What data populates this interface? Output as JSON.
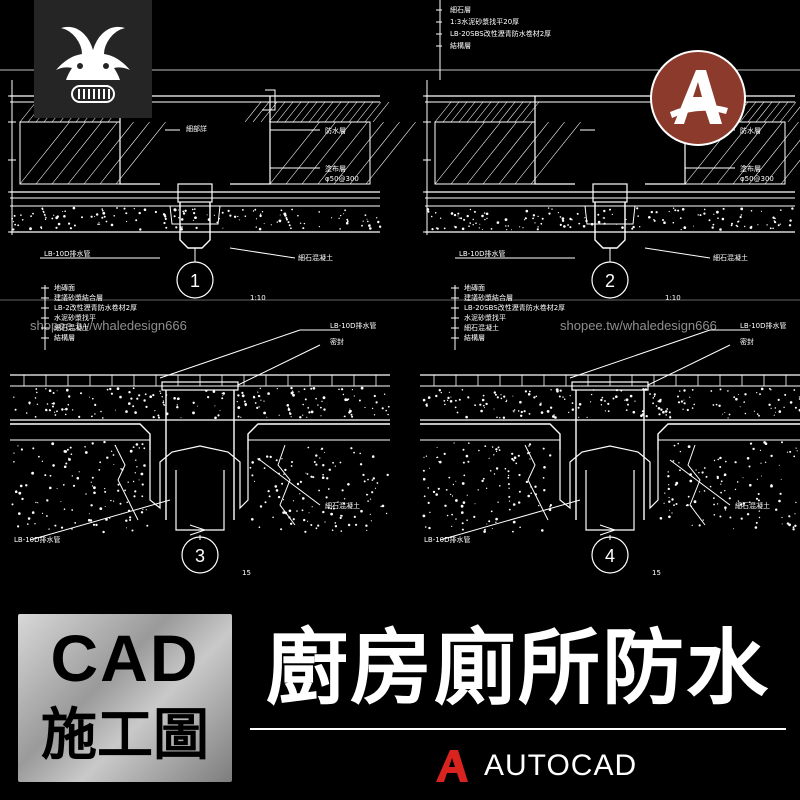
{
  "watermark": {
    "text_left": "shopee.tw/whaledesign666",
    "text_right": "shopee.tw/whaledesign666"
  },
  "drawings": {
    "detail_numbers": [
      "1",
      "2",
      "3",
      "4"
    ],
    "scale_labels": [
      "1:10",
      "1:10",
      "15",
      "15"
    ],
    "labels": {
      "d1_top_right": "細部詳",
      "d1_right_mid": "防水層",
      "d1_right_low1": "塗布層",
      "d1_right_low2": "φ50@300",
      "d1_bottom_left": "LB-10D排水管",
      "d1_bottom_right": "細石混凝土",
      "d2_top": [
        "細石層",
        "1:3水泥砂漿找平20厚",
        "LB-20SBS改性瀝青防水卷材2厚",
        "結構層"
      ],
      "d2_right_mid": "防水層",
      "d2_right_low1": "塗布層",
      "d2_right_low2": "φ50@300",
      "d2_bottom_left": "LB-10D排水管",
      "d2_bottom_right": "細石混凝土",
      "d3_left": [
        "地磚面",
        "建議砂漿結合層",
        "LB-2改性瀝青防水卷材2厚",
        "水泥砂漿找平",
        "細石混凝土",
        "結構層"
      ],
      "d3_right_top1": "LB-10D排水管",
      "d3_right_top2": "密封",
      "d3_bottom_left": "LB-10D排水管",
      "d3_bottom_right": "細石混凝土",
      "d4_left": [
        "地磚面",
        "建議砂漿結合層",
        "LB-20SBS改性瀝青防水卷材2厚",
        "水泥砂漿找平",
        "細石混凝土",
        "結構層"
      ],
      "d4_right_top1": "LB-10D排水管",
      "d4_right_top2": "密封",
      "d4_bottom_left": "LB-10D排水管",
      "d4_bottom_right": "細石混凝土"
    }
  },
  "banner": {
    "cad_line1": "CAD",
    "cad_line2": "施工圖",
    "title": "廚房廁所防水",
    "software_label": "AUTOCAD"
  },
  "colors": {
    "background": "#000000",
    "line": "#ffffff",
    "badge": "#8b3a2c",
    "autocad_red": "#d9231f"
  },
  "icons": {
    "top_left_logo": "whale-tail-logo-icon",
    "top_right_badge": "autocad-a-badge-icon",
    "software_icon": "autocad-logo-icon"
  }
}
